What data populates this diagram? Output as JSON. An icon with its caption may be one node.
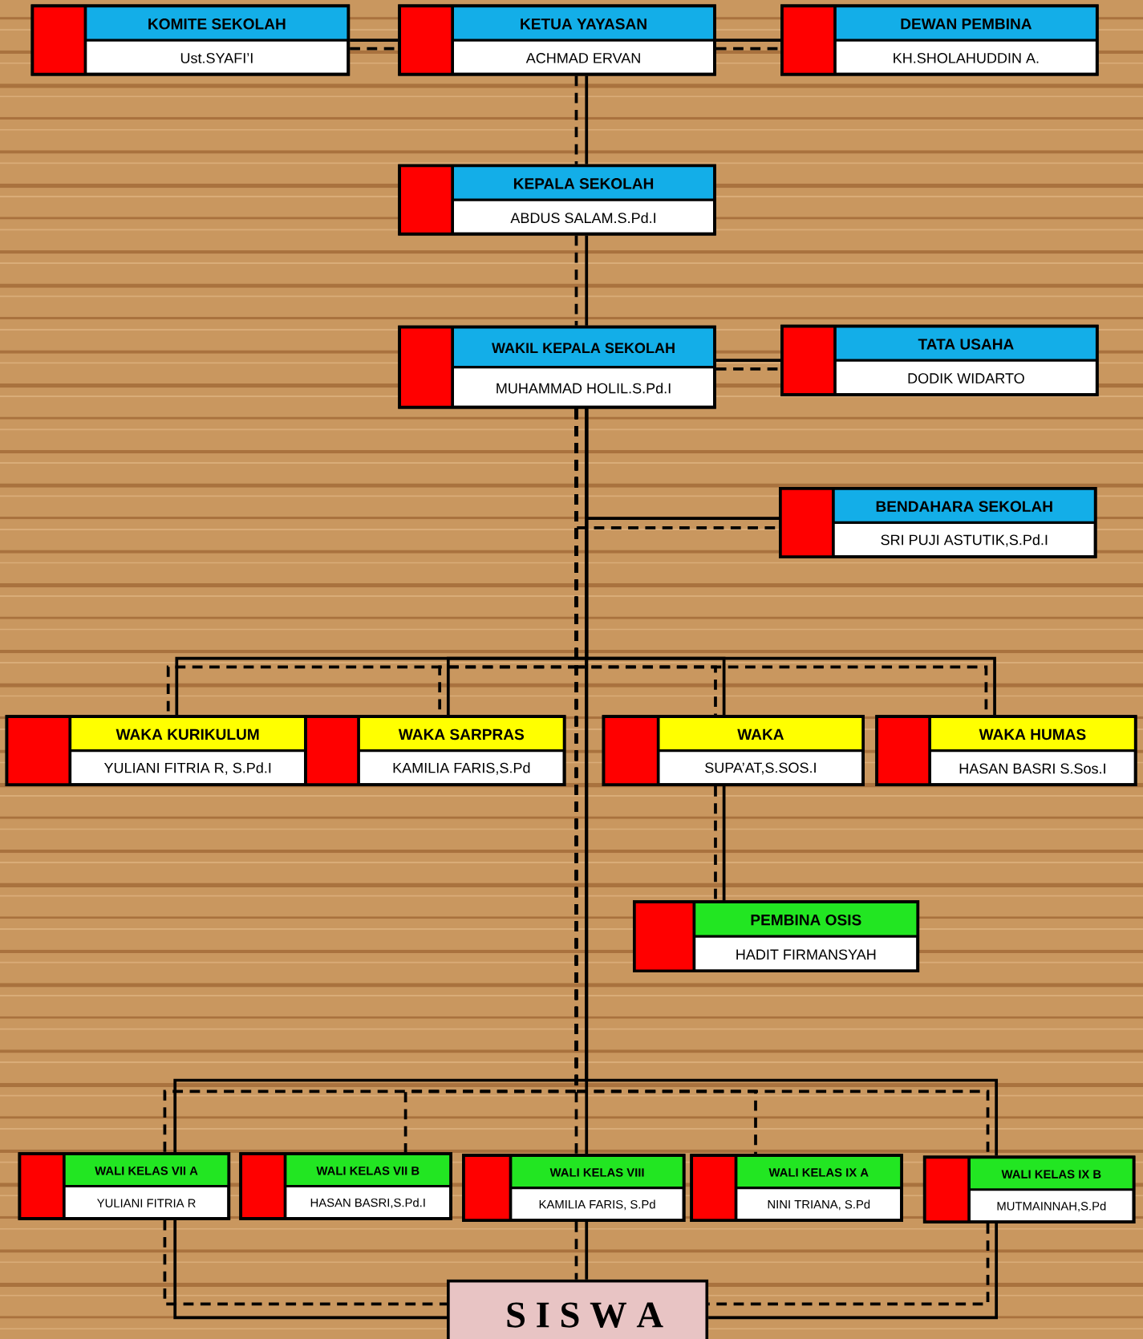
{
  "diagram": {
    "nodes": [
      {
        "text": [
          "KOMITE SEKOLAH",
          "Ust.SYAFI’I"
        ]
      },
      {
        "text": [
          "KETUA YAYASAN",
          "ACHMAD ERVAN"
        ]
      },
      {
        "text": [
          "DEWAN PEMBINA",
          "KH.SHOLAHUDDIN A."
        ]
      },
      {
        "text": [
          "KEPALA SEKOLAH",
          "ABDUS SALAM.S.Pd.I"
        ]
      },
      {
        "text": [
          "WAKIL KEPALA SEKOLAH",
          "MUHAMMAD HOLIL.S.Pd.I"
        ]
      },
      {
        "text": [
          "TATA USAHA",
          "DODIK WIDARTO"
        ]
      },
      {
        "text": [
          "BENDAHARA SEKOLAH",
          "SRI PUJI ASTUTIK,S.Pd.I"
        ]
      },
      {
        "text": [
          "WAKA KURIKULUM",
          "YULIANI FITRIA R, S.Pd.I"
        ]
      },
      {
        "text": [
          "WAKA SARPRAS",
          "KAMILIA FARIS,S.Pd"
        ]
      },
      {
        "text": [
          "WAKA",
          "SUPA’AT,S.SOS.I"
        ]
      },
      {
        "text": [
          "WAKA HUMAS",
          "HASAN BASRI S.Sos.I"
        ]
      },
      {
        "text": [
          "PEMBINA OSIS",
          "HADIT FIRMANSYAH"
        ]
      },
      {
        "text": [
          "WALI KELAS VII A",
          "YULIANI FITRIA R"
        ]
      },
      {
        "text": [
          "WALI KELAS VII B",
          "HASAN BASRI,S.Pd.I"
        ]
      },
      {
        "text": [
          "WALI KELAS VIII",
          "KAMILIA FARIS, S.Pd"
        ]
      },
      {
        "text": [
          "WALI KELAS IX A",
          "NINI TRIANA, S.Pd"
        ]
      },
      {
        "text": [
          "WALI KELAS IX B",
          "MUTMAINNAH,S.Pd"
        ]
      },
      {
        "text": [
          "S I S W A"
        ]
      }
    ],
    "edges": [
      {
        "from": 0,
        "to": 1,
        "arrow": "none"
      },
      {
        "from": 0,
        "to": 1,
        "arrow": "none",
        "style": "dashed"
      },
      {
        "from": 1,
        "to": 2,
        "arrow": "none"
      },
      {
        "from": 1,
        "to": 2,
        "arrow": "none",
        "style": "dashed"
      },
      {
        "from": 1,
        "to": 3,
        "arrow": "none"
      },
      {
        "from": 1,
        "to": 3,
        "arrow": "none",
        "style": "dashed"
      },
      {
        "from": 3,
        "to": 4,
        "arrow": "none"
      },
      {
        "from": 3,
        "to": 4,
        "arrow": "none",
        "style": "dashed"
      },
      {
        "from": 4,
        "to": 5,
        "arrow": "none"
      },
      {
        "from": 4,
        "to": 5,
        "arrow": "none",
        "style": "dashed"
      },
      {
        "from": 4,
        "to": 6,
        "arrow": "none"
      },
      {
        "from": 4,
        "to": 6,
        "arrow": "none",
        "style": "dashed"
      },
      {
        "from": 4,
        "to": 7,
        "arrow": "none"
      },
      {
        "from": 4,
        "to": 7,
        "arrow": "none",
        "style": "dashed"
      },
      {
        "from": 4,
        "to": 8,
        "arrow": "none"
      },
      {
        "from": 4,
        "to": 8,
        "arrow": "none",
        "style": "dashed"
      },
      {
        "from": 4,
        "to": 9,
        "arrow": "none"
      },
      {
        "from": 4,
        "to": 9,
        "arrow": "none",
        "style": "dashed"
      },
      {
        "from": 4,
        "to": 10,
        "arrow": "none"
      },
      {
        "from": 4,
        "to": 10,
        "arrow": "none",
        "style": "dashed"
      },
      {
        "from": 9,
        "to": 11,
        "arrow": "none"
      },
      {
        "from": 9,
        "to": 11,
        "arrow": "none",
        "style": "dashed"
      },
      {
        "from": 4,
        "to": 12,
        "arrow": "none"
      },
      {
        "from": 4,
        "to": 12,
        "arrow": "none",
        "style": "dashed"
      },
      {
        "from": 4,
        "to": 13,
        "arrow": "none",
        "style": "dashed"
      },
      {
        "from": 4,
        "to": 14,
        "arrow": "none"
      },
      {
        "from": 4,
        "to": 14,
        "arrow": "none",
        "style": "dashed"
      },
      {
        "from": 4,
        "to": 15,
        "arrow": "none",
        "style": "dashed"
      },
      {
        "from": 4,
        "to": 16,
        "arrow": "none"
      },
      {
        "from": 4,
        "to": 16,
        "arrow": "none",
        "style": "dashed"
      },
      {
        "from": 12,
        "to": 17,
        "arrow": "none"
      },
      {
        "from": 12,
        "to": 17,
        "arrow": "none",
        "style": "dashed"
      },
      {
        "from": 14,
        "to": 17,
        "arrow": "none"
      },
      {
        "from": 14,
        "to": 17,
        "arrow": "none",
        "style": "dashed"
      },
      {
        "from": 16,
        "to": 17,
        "arrow": "none"
      },
      {
        "from": 16,
        "to": 17,
        "arrow": "none",
        "style": "dashed"
      }
    ]
  }
}
